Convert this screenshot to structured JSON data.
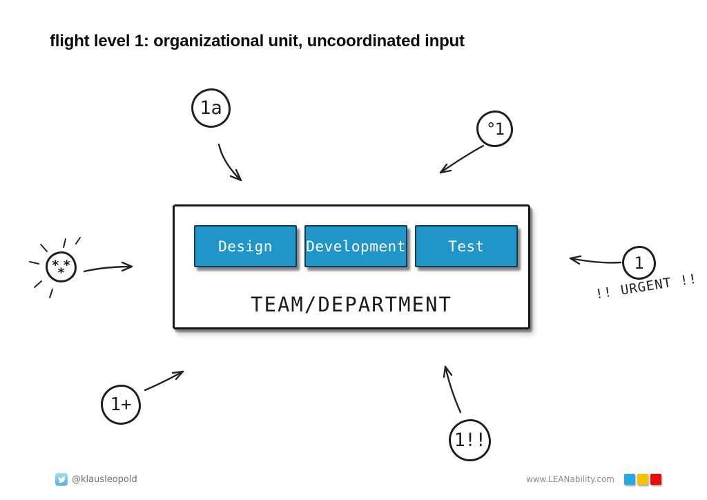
{
  "slide": {
    "title": "flight level 1: organizational unit, uncoordinated input"
  },
  "team_box": {
    "label": "TEAM/DEPARTMENT",
    "columns": [
      {
        "label": "Design"
      },
      {
        "label": "Development"
      },
      {
        "label": "Test"
      }
    ],
    "column_color": "#2095c7"
  },
  "inputs": {
    "top_left": {
      "label": "1a"
    },
    "top_right": {
      "label": "°1"
    },
    "left_stars": {
      "row1": "* *",
      "row2": "*"
    },
    "right": {
      "label": "1",
      "note": "!! URGENT !!"
    },
    "bottom_left": {
      "label": "1+"
    },
    "bottom_right": {
      "label": "1!!"
    }
  },
  "footer": {
    "twitter_handle": "@klausleopold",
    "twitter_icon": "twitter-bird-icon",
    "website": "www.LEANability.com",
    "logo_colors": [
      "#29a8e0",
      "#f5c200",
      "#e80c0c"
    ]
  }
}
